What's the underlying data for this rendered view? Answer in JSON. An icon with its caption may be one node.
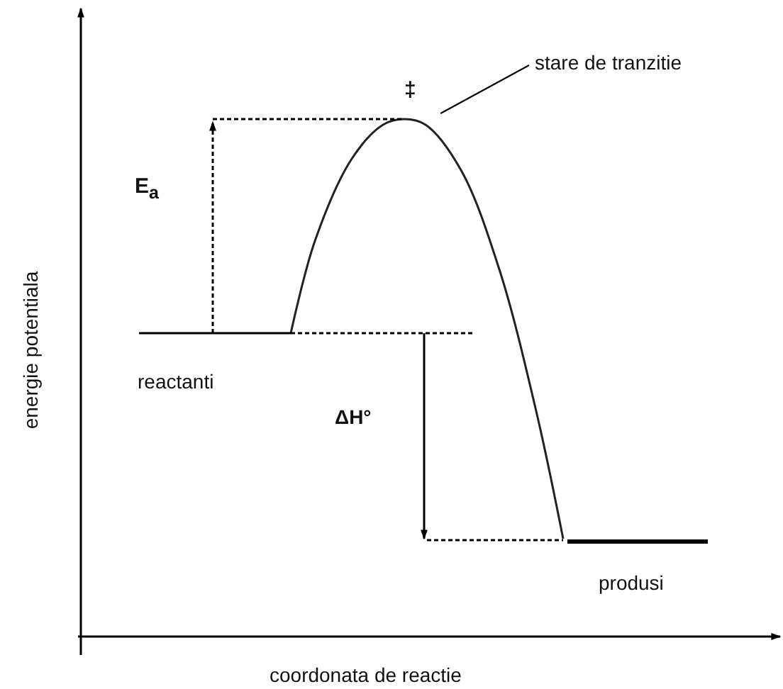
{
  "diagram": {
    "nodes": [
      {
        "text": [
          "stare de tranzitie"
        ]
      },
      {
        "text": [],
        "shape": "curve"
      }
    ],
    "edges": [
      {
        "from": 0,
        "to": 1,
        "arrow": "none"
      }
    ],
    "labels": [
      "‡",
      "E$_{a}$",
      "reactanti",
      "ΔH°",
      "produsi",
      "energie potentiala",
      "coordonata de reactie"
    ]
  }
}
